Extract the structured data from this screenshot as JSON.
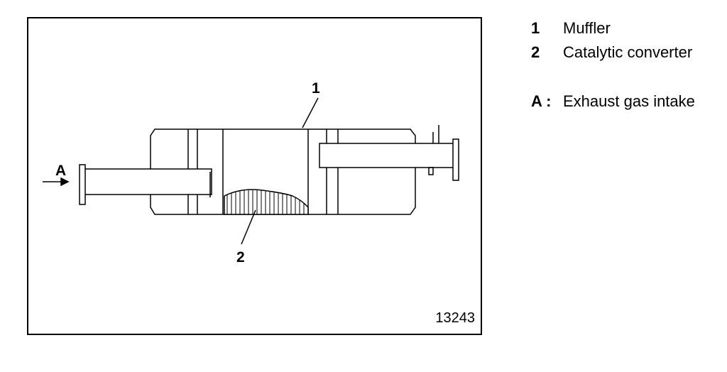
{
  "figure": {
    "callouts": {
      "muffler": "1",
      "catalytic_converter": "2",
      "intake": "A"
    },
    "figure_id": "13243"
  },
  "legend": {
    "items": [
      {
        "key": "1",
        "label": "Muffler"
      },
      {
        "key": "2",
        "label": "Catalytic converter"
      },
      {
        "key": "A :",
        "label": "Exhaust gas intake"
      }
    ]
  }
}
